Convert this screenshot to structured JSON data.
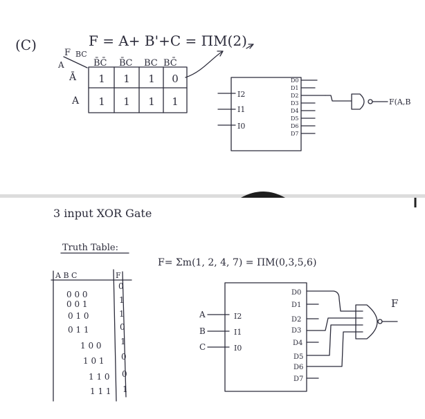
{
  "part_c": {
    "label": "(C)",
    "equation": "F = A+ B'+C  =  ΠM(2)",
    "kmap": {
      "corner_top": "F",
      "corner_cols": "BC",
      "corner_rows": "A",
      "col_headers": [
        "B̄C̄",
        "B̄C",
        "BC",
        "BC̄"
      ],
      "row_headers": [
        "Ā",
        "A"
      ],
      "rows": [
        [
          "1",
          "1",
          "1",
          "0"
        ],
        [
          "1",
          "1",
          "1",
          "1"
        ]
      ]
    },
    "decoder": {
      "inputs": [
        "I2",
        "I1",
        "I0"
      ],
      "outputs": [
        "D0",
        "D1",
        "D2",
        "D3",
        "D4",
        "D5",
        "D6",
        "D7"
      ]
    },
    "output_label": "F(A,B"
  },
  "xor": {
    "title": "3 input XOR Gate",
    "truth_label": "Truth Table:",
    "equation": "F= Σm(1, 2, 4, 7)  = ΠM(0,3,5,6)",
    "table_headers": [
      "A B C",
      "F"
    ],
    "table_rows": [
      [
        "0 0 0",
        "0"
      ],
      [
        "0 0 1",
        "1"
      ],
      [
        "0 1 0",
        "1"
      ],
      [
        "0 1 1",
        "0"
      ],
      [
        "1 0 0",
        "1"
      ],
      [
        "1 0 1",
        "0"
      ],
      [
        "1 1 0",
        "0"
      ],
      [
        "1 1 1",
        "1"
      ]
    ],
    "decoder": {
      "signals": [
        "A",
        "B",
        "C"
      ],
      "inputs": [
        "I2",
        "I1",
        "I0"
      ],
      "outputs": [
        "D0",
        "D1",
        "D2",
        "D3",
        "D4",
        "D5",
        "D6",
        "D7"
      ]
    },
    "output_label": "F"
  }
}
